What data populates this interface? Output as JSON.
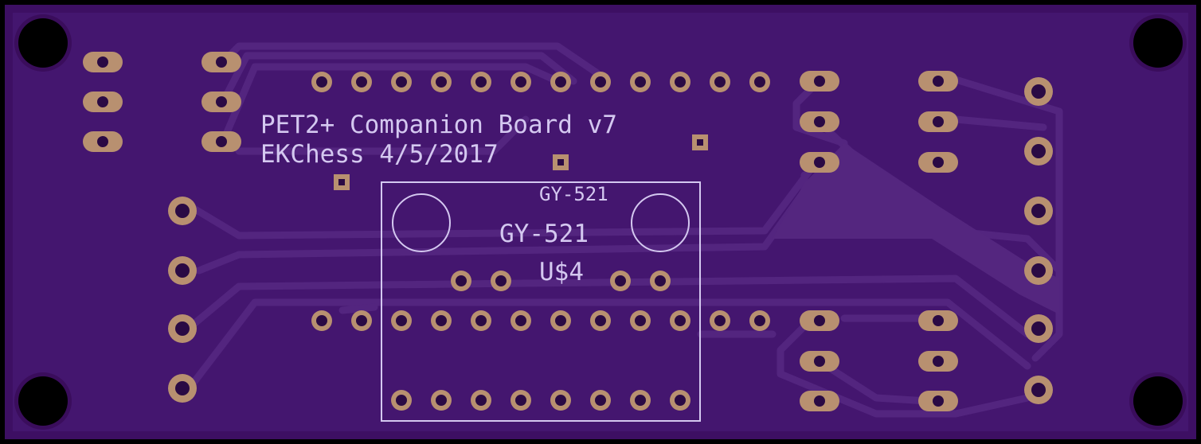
{
  "board": {
    "title_line1": "PET2+ Companion Board v7",
    "title_line2": "EKChess 4/5/2017",
    "module_label_top": "GY-521",
    "module_label_mid": "GY-521",
    "module_ref": "U$4"
  },
  "colors": {
    "substrate": "#3d0f63",
    "copper_fill": "#451772",
    "trace": "#52247f",
    "pad": "#b89070",
    "silkscreen": "#d4c8f0"
  }
}
